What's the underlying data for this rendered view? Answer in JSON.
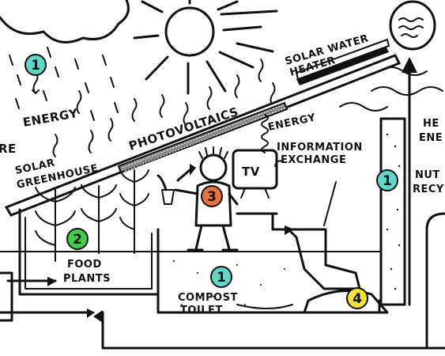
{
  "labels": {
    "energy_left": "ENERGY",
    "energy_far_left": "RE",
    "solar_greenhouse_1": "SOLAR",
    "solar_greenhouse_2": "GREENHOUSE",
    "photovoltaics": "PHOTOVOLTAICS",
    "energy_right": "ENERGY",
    "information_1": "INFORMATION",
    "information_2": "EXCHANGE",
    "solar_water_1": "SOLAR WATER",
    "solar_water_2": "HEATER",
    "tv": "TV",
    "food_1": "FOOD",
    "food_2": "PLANTS",
    "compost_1": "COMPOST",
    "compost_2": "TOILET",
    "heat_1": "HE",
    "heat_2": "ENE",
    "nutrient_1": "NUT",
    "nutrient_2": "RECY"
  },
  "markers": [
    {
      "label": "1",
      "color": "#5fd6c8"
    },
    {
      "label": "2",
      "color": "#3fcf4a"
    },
    {
      "label": "3",
      "color": "#e8733f"
    },
    {
      "label": "1",
      "color": "#5fd6c8"
    },
    {
      "label": "1",
      "color": "#5fd6c8"
    },
    {
      "label": "4",
      "color": "#f2e23a"
    }
  ]
}
